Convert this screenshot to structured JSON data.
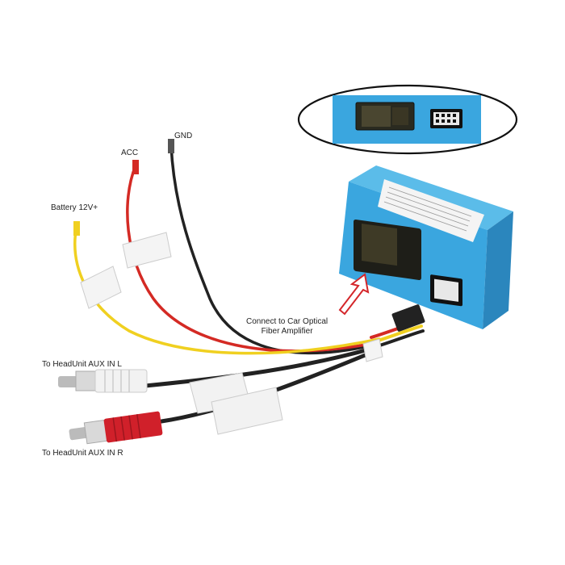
{
  "labels": {
    "gnd": "GND",
    "acc": "ACC",
    "battery": "Battery 12V+",
    "optical_line1": "Connect to Car Optical",
    "optical_line2": "Fiber Amplifier",
    "aux_left": "To HeadUnit AUX IN L",
    "aux_right": "To HeadUnit AUX IN R"
  },
  "colors": {
    "module_blue": "#3aa6df",
    "module_blue_dark": "#2b86bd",
    "wire_red": "#d42a24",
    "wire_yellow": "#f0d020",
    "wire_black": "#222222",
    "rca_red": "#d0202a",
    "rca_white": "#f2f2f2",
    "arrow_red": "#d4262a"
  }
}
